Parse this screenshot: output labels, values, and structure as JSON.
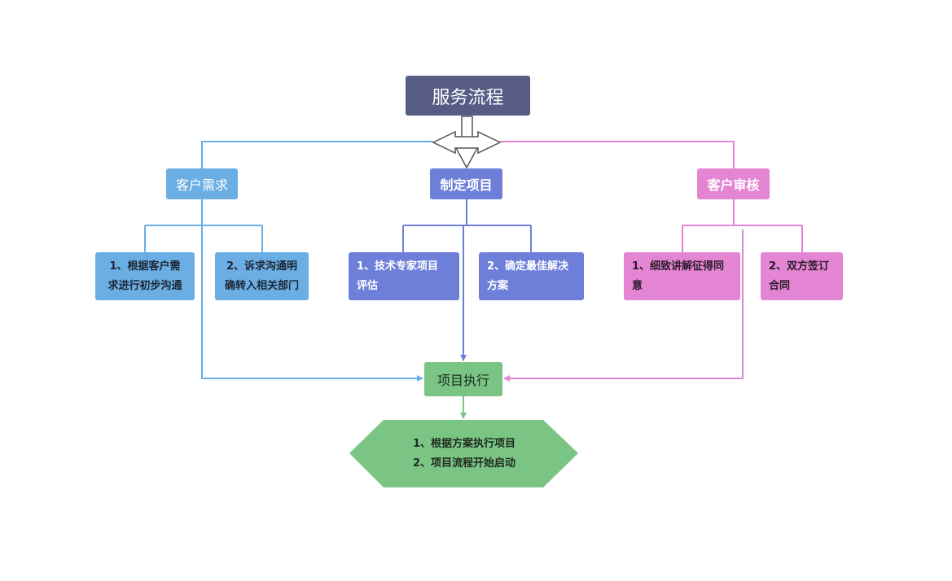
{
  "title": "服务流程",
  "colors": {
    "title_bg": "#565c85",
    "blue": "#6aaee3",
    "indigo": "#6e7fd9",
    "pink": "#e385d3",
    "green": "#7ac584",
    "arrow_outline": "#555555"
  },
  "branches": [
    {
      "label": "客户需求",
      "color": "blue",
      "items": [
        "1、根据客户需求进行初步沟通",
        "2、诉求沟通明确转入相关部门"
      ],
      "items_lines": [
        [
          "1、根据客户需",
          "求进行初步沟通"
        ],
        [
          "2、诉求沟通明",
          "确转入相关部门"
        ]
      ]
    },
    {
      "label": "制定项目",
      "color": "indigo",
      "items": [
        "1、技术专家项目评估",
        "2、确定最佳解决方案"
      ],
      "items_lines": [
        [
          "1、技术专家项目",
          "评估"
        ],
        [
          "2、确定最佳解决",
          "方案"
        ]
      ]
    },
    {
      "label": "客户审核",
      "color": "pink",
      "items": [
        "1、细致讲解征得同意",
        "2、双方签订合同"
      ],
      "items_lines": [
        [
          "1、细致讲解征得同",
          "意"
        ],
        [
          "2、双方签订",
          "合同"
        ]
      ]
    }
  ],
  "execution": {
    "label": "项目执行",
    "steps": [
      "1、根据方案执行项目",
      "2、项目流程开始启动"
    ]
  }
}
